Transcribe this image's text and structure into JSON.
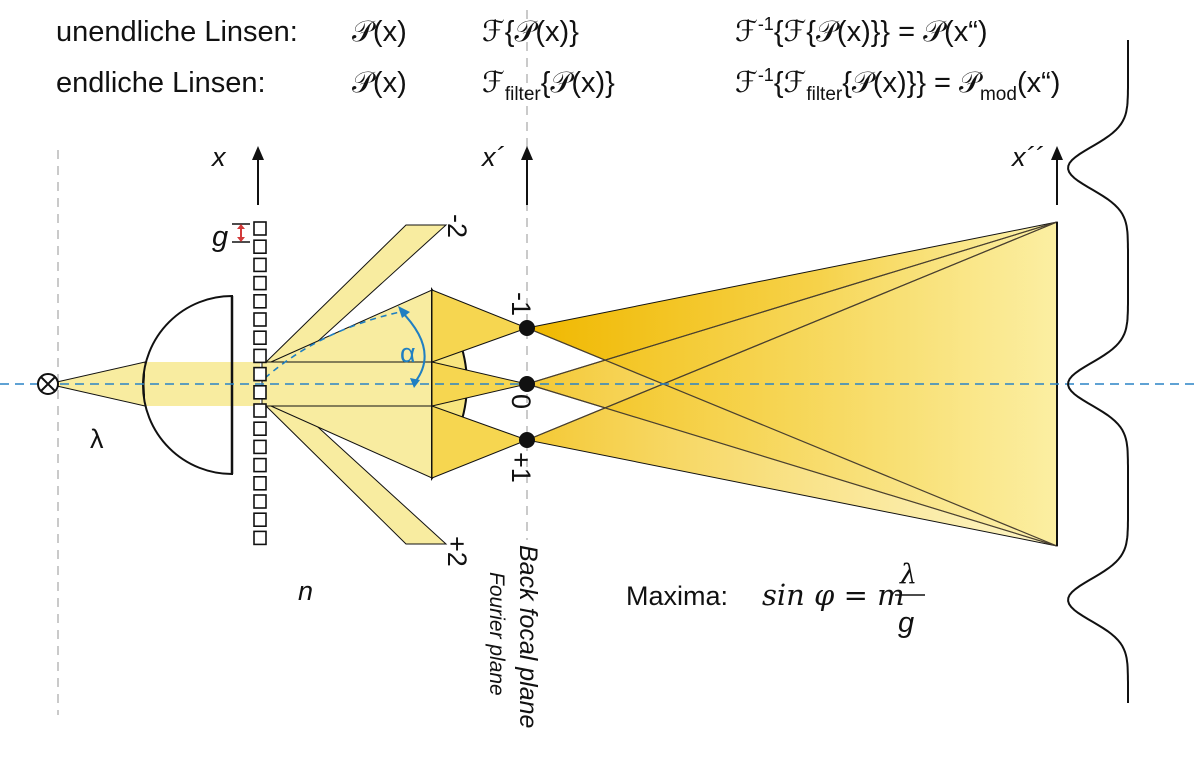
{
  "formulas": {
    "row1": {
      "label": "unendliche Linsen:",
      "object": "𝒫(x)",
      "fourier": "ℱ{𝒫(x)}",
      "inverse_prefix": "ℱ",
      "inverse_sup": "-1",
      "inverse_body": "{ℱ{𝒫(x)}} = 𝒫(x“)"
    },
    "row2": {
      "label": "endliche Linsen:",
      "object": "𝒫(x)",
      "fourier_prefix": "ℱ",
      "fourier_sub": "filter",
      "fourier_body": "{𝒫(x)}",
      "inverse_prefix": "ℱ",
      "inverse_sup": "-1",
      "inverse_mid": "{ℱ",
      "inverse_sub": "filter",
      "inverse_body": "{𝒫(x)}} = 𝒫",
      "result_sub": "mod",
      "result_body": "(x“)"
    }
  },
  "axes": {
    "object_axis": "x",
    "fourier_axis": "x´",
    "image_axis": "x´´"
  },
  "labels": {
    "lambda": "λ",
    "grating_period": "g",
    "refractive_index": "n",
    "angle": "α",
    "order_minus2": "-2",
    "order_minus1": "-1",
    "order_0": "0",
    "order_plus1": "+1",
    "order_plus2": "+2",
    "back_focal_plane": "Back focal plane",
    "fourier_plane": "Fourier plane"
  },
  "maxima": {
    "label": "Maxima:",
    "lhs": "sin φ = m",
    "numerator": "λ",
    "denominator": "g"
  },
  "colors": {
    "beam_light": "#f8eca0",
    "beam_dark": "#efc21c",
    "optical_axis": "#2a84c6",
    "guide": "#b8b8b8",
    "outline": "#111111",
    "angle": "#1f7fc2",
    "period_marker": "#d23a3a"
  }
}
